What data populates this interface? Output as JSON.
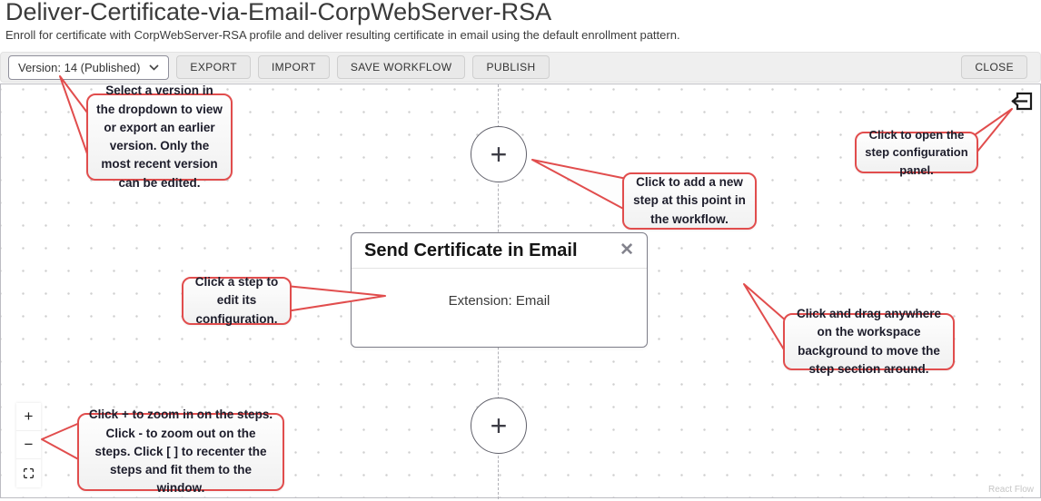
{
  "header": {
    "title": "Deliver-Certificate-via-Email-CorpWebServer-RSA",
    "subtitle": "Enroll for certificate with CorpWebServer-RSA profile and deliver resulting certificate in email using the default enrollment pattern."
  },
  "toolbar": {
    "version_select": "Version: 14 (Published)",
    "buttons": [
      "EXPORT",
      "IMPORT",
      "SAVE WORKFLOW",
      "PUBLISH"
    ],
    "close_label": "CLOSE"
  },
  "canvas": {
    "add_step_top_glyph": "+",
    "add_step_bottom_glyph": "+",
    "step_card": {
      "title": "Send Certificate in Email",
      "close_glyph": "✕",
      "body": "Extension: Email"
    },
    "controls": {
      "zoom_in_glyph": "+",
      "zoom_out_glyph": "−"
    },
    "attribution": "React Flow"
  },
  "callouts": [
    {
      "id": "version",
      "text": "Select a version in the dropdown to view or export an earlier version. Only the most recent version can be edited."
    },
    {
      "id": "add-step",
      "text": "Click to add a new step at this point in the workflow."
    },
    {
      "id": "config-panel",
      "text": "Click to open the step configuration panel."
    },
    {
      "id": "edit-step",
      "text": "Click a step to edit its configuration."
    },
    {
      "id": "drag-workspace",
      "text": "Click and drag anywhere on the workspace background to move the step section around."
    },
    {
      "id": "zoom-controls",
      "text": "Click + to zoom in on the steps. Click - to zoom out on the steps. Click [ ] to recenter the steps and fit them to the window."
    }
  ],
  "colors": {
    "callout_border": "#e14d4d",
    "toolbar_bg": "#efefef",
    "canvas_dot": "#cfcfcf",
    "dashed_line": "#b1b1b7"
  }
}
